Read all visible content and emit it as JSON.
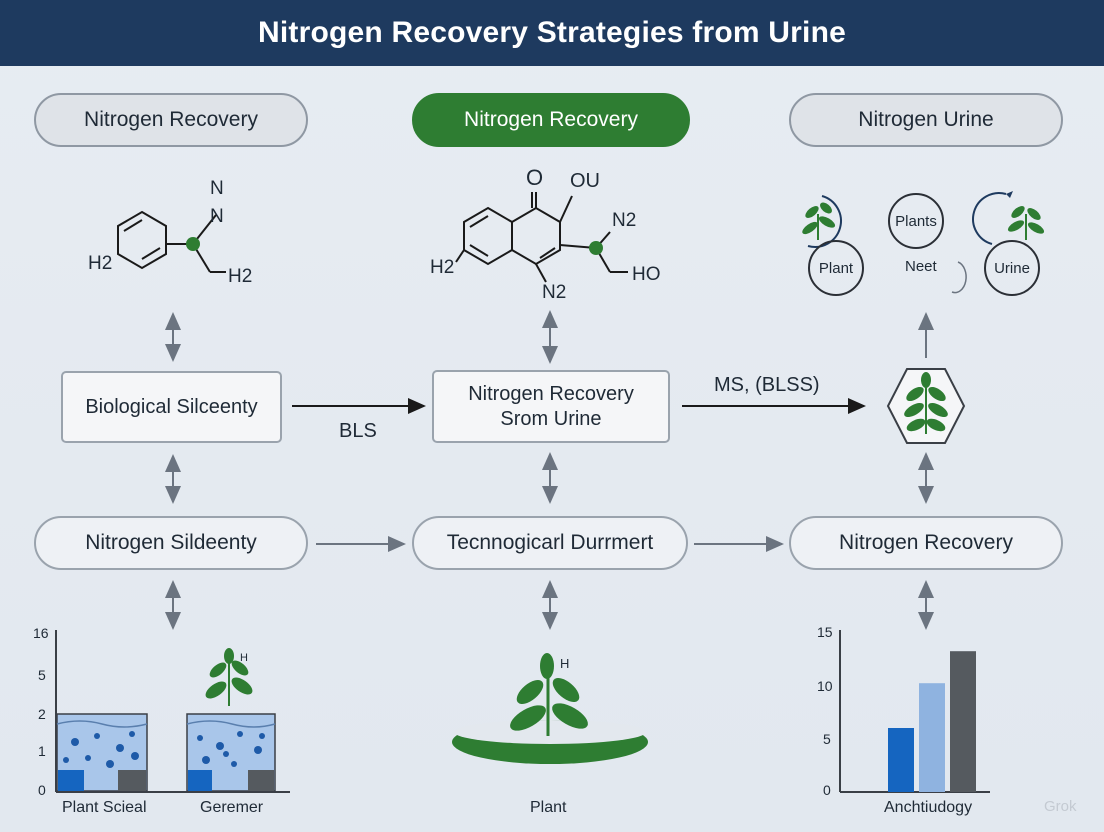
{
  "title": "Nitrogen Recovery Strategies from Urine",
  "top_pills": [
    "Nitrogen Recovery",
    "Nitrogen Recovery",
    "Nitrogen Urine"
  ],
  "molecule_left": {
    "n_top": "N",
    "n_mid": "N",
    "h2_left": "H2",
    "h2_right": "H2"
  },
  "molecule_center": {
    "o": "O",
    "ou": "OU",
    "n2_right": "N2",
    "h2_left": "H2",
    "n2_bottom": "N2",
    "ho": "HO"
  },
  "cycle": {
    "plants": "Plants",
    "plant": "Plant",
    "neet": "Neet",
    "urine": "Urine"
  },
  "middle_boxes": {
    "left": "Biological Silceenty",
    "center_line1": "Nitrogen Recovery",
    "center_line2": "Srom Urine"
  },
  "arrow_labels": {
    "bls": "BLS",
    "ms_blss": "MS, (BLSS)"
  },
  "lower_pills": [
    "Nitrogen Sildeenty",
    "Tecnnogicarl Durrmert",
    "Nitrogen Recovery"
  ],
  "bottom_left": {
    "y_ticks": [
      "16",
      "5",
      "2",
      "1",
      "0"
    ],
    "labels": [
      "Plant Scieal",
      "Geremer"
    ],
    "leaf_label": "H"
  },
  "bottom_center": {
    "label": "Plant",
    "leaf_label": "H"
  },
  "chart_data": {
    "type": "bar",
    "categories": [
      "",
      "",
      ""
    ],
    "values": [
      6,
      10.2,
      13.2
    ],
    "colors": [
      "#1565c0",
      "#8fb3e0",
      "#555a5f"
    ],
    "ylim": [
      0,
      15
    ],
    "y_ticks": [
      "15",
      "10",
      "5",
      "0"
    ],
    "xlabel": "Anchtiudogy"
  },
  "watermark": "Grok"
}
